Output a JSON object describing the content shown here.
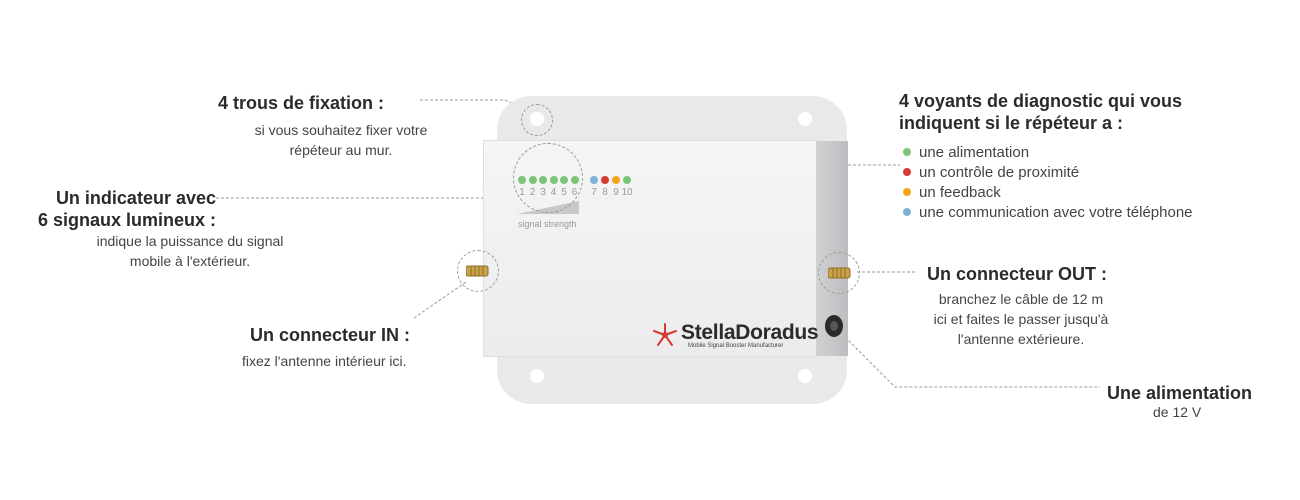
{
  "fixing_holes": {
    "title": "4 trous de fixation :",
    "desc_line1": "si vous souhaitez fixer votre",
    "desc_line2": "répéteur au mur."
  },
  "signal_indicator": {
    "title_line1": "Un indicateur avec",
    "title_line2": "6 signaux lumineux :",
    "desc_line1": "indique la puissance du signal",
    "desc_line2": "mobile à l'extérieur."
  },
  "connector_in": {
    "title": "Un connecteur IN :",
    "desc": "fixez l'antenne intérieur ici."
  },
  "diagnostic": {
    "title_line1": "4 voyants de diagnostic qui vous",
    "title_line2": "indiquent si le répéteur a :",
    "items": [
      {
        "label": "une alimentation",
        "color": "#7cc576"
      },
      {
        "label": "un contrôle de proximité",
        "color": "#d63a32"
      },
      {
        "label": "un feedback",
        "color": "#f3a41b"
      },
      {
        "label": "une communication avec votre téléphone",
        "color": "#7fb0d6"
      }
    ]
  },
  "connector_out": {
    "title": "Un connecteur OUT :",
    "desc_line1": "branchez le câble de 12 m",
    "desc_line2": "ici et faites le passer jusqu'à",
    "desc_line3": "l'antenne extérieure."
  },
  "power": {
    "title": "Une alimentation",
    "desc": "de 12 V"
  },
  "device": {
    "signal_leds": [
      "1",
      "2",
      "3",
      "4",
      "5",
      "6"
    ],
    "signal_color": "#7cc576",
    "diag_leds": [
      {
        "num": "7",
        "color": "#7fb0d6"
      },
      {
        "num": "8",
        "color": "#d63a32"
      },
      {
        "num": "9",
        "color": "#f3a41b"
      },
      {
        "num": "10",
        "color": "#7cc576"
      }
    ],
    "signal_label": "signal strength",
    "logo_text": "StellaDoradus",
    "logo_sub": "Mobile Signal Booster Manufacturer"
  }
}
